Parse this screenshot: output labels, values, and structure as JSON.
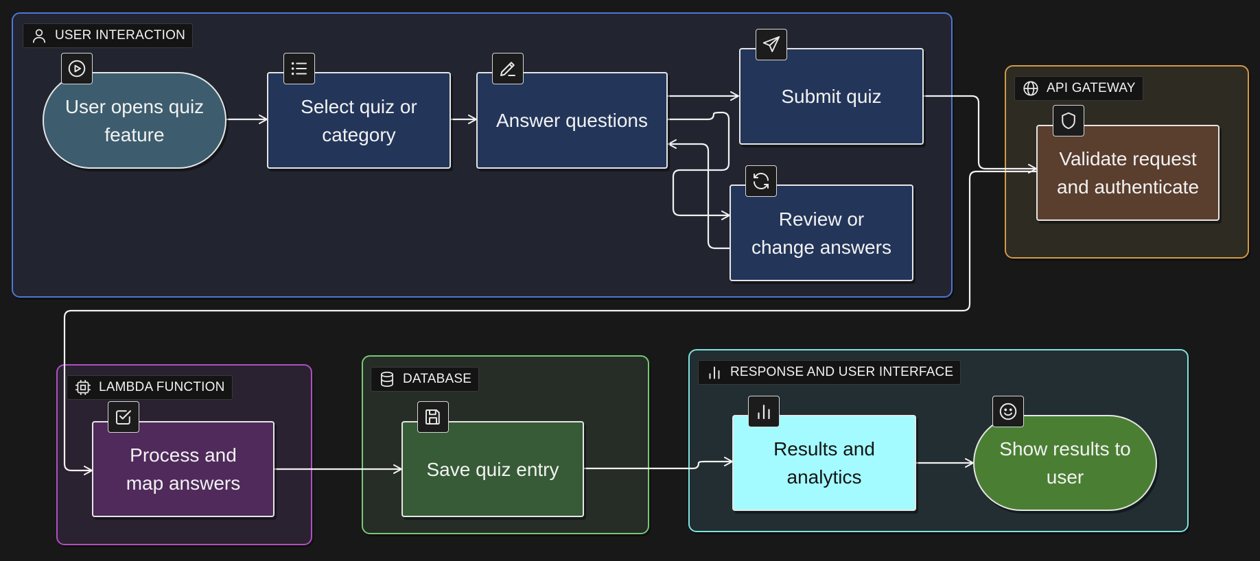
{
  "colors": {
    "background": "#181818",
    "user_interaction_border": "#4f77d6",
    "api_gateway_border": "#d39a45",
    "lambda_border": "#b34ec6",
    "database_border": "#77c976",
    "response_border": "#7fe3df",
    "process_node": "#233559",
    "start_node": "#3d5d6e",
    "validate_node": "#5a3e2e",
    "lambda_node": "#4f2a5b",
    "db_node": "#365b36",
    "results_node": "#a4fbff",
    "show_node": "#4a7f33"
  },
  "groups": {
    "user_interaction": {
      "label": "USER INTERACTION",
      "icon": "user-icon"
    },
    "api_gateway": {
      "label": "API GATEWAY",
      "icon": "globe-icon"
    },
    "lambda_function": {
      "label": "LAMBDA FUNCTION",
      "icon": "chip-icon"
    },
    "database": {
      "label": "DATABASE",
      "icon": "database-icon"
    },
    "response_ui": {
      "label": "RESPONSE AND USER INTERFACE",
      "icon": "bar-chart-icon"
    }
  },
  "nodes": {
    "open_quiz": {
      "label": "User opens quiz\nfeature",
      "icon": "play-icon"
    },
    "select_quiz": {
      "label": "Select quiz or\ncategory",
      "icon": "list-icon"
    },
    "answer_questions": {
      "label": "Answer questions",
      "icon": "pencil-icon"
    },
    "submit_quiz": {
      "label": "Submit quiz",
      "icon": "send-icon"
    },
    "review_answers": {
      "label": "Review or\nchange answers",
      "icon": "refresh-icon"
    },
    "validate_request": {
      "label": "Validate request\nand authenticate",
      "icon": "shield-icon"
    },
    "process_answers": {
      "label": "Process and\nmap answers",
      "icon": "checkbox-icon"
    },
    "save_entry": {
      "label": "Save quiz entry",
      "icon": "save-icon"
    },
    "results_analytics": {
      "label": "Results and\nanalytics",
      "icon": "bar-chart-icon"
    },
    "show_results": {
      "label": "Show results to\nuser",
      "icon": "smile-icon"
    }
  }
}
